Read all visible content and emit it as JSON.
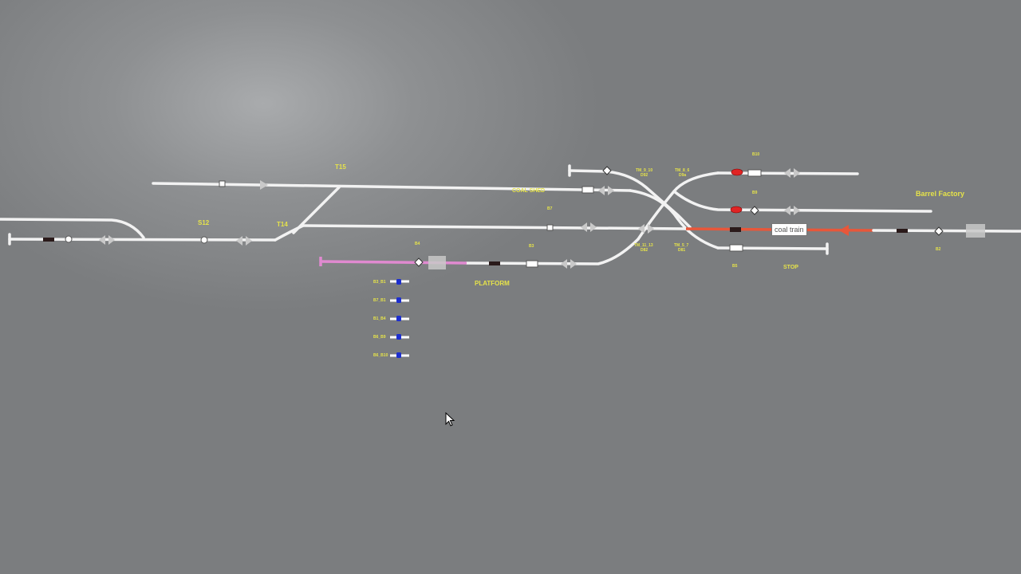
{
  "labels": {
    "t15": "T15",
    "t14": "T14",
    "s12": "S12",
    "b7": "B7",
    "b4": "B4",
    "b3": "B3",
    "b10": "B10",
    "b9": "B9",
    "b5": "B5",
    "b2": "B2",
    "t_9_10": "TM_9_10",
    "t_9_10b": "D92",
    "t_8_6": "TM_8_6",
    "t_8_6b": "D9a",
    "t_11_13": "TM_11_13",
    "t_11_13b": "D82",
    "t_5_7": "TM_5_7",
    "t_5_7b": "D81",
    "coal_shed": "COAL SHED",
    "platform": "PLATFORM",
    "stop": "STOP",
    "barrel_factory": "Barrel Factory"
  },
  "train_tag": "coal train",
  "route_legend": [
    {
      "label": "B3_B1"
    },
    {
      "label": "B7_B1"
    },
    {
      "label": "B1_B4"
    },
    {
      "label": "B6_B9"
    },
    {
      "label": "B6_B10"
    }
  ],
  "colors": {
    "track": "#f2f2f2",
    "platform_track": "#e08ad0",
    "occupied_track": "#e8573a",
    "label": "#e6e34a",
    "signal_red": "#e02424",
    "route_dot": "#1d2fcf"
  }
}
